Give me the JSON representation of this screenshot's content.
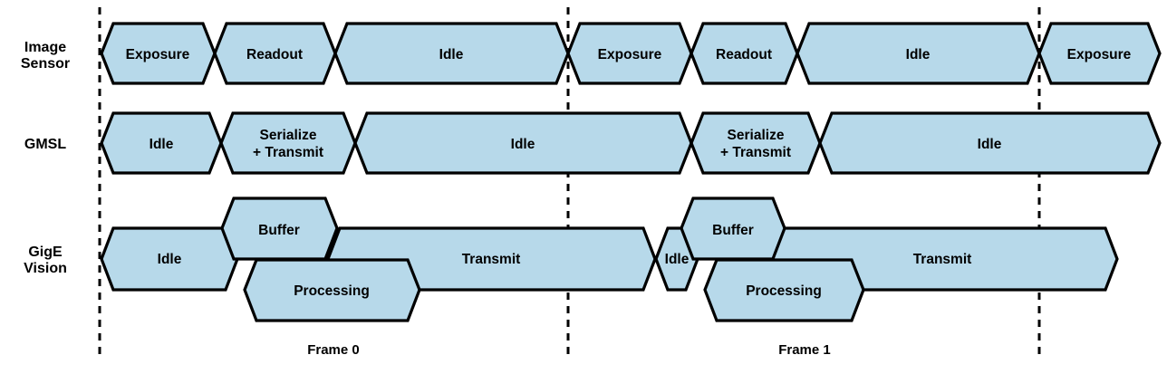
{
  "diagram": {
    "type": "timing-diagram",
    "colors": {
      "background": "#ffffff",
      "block_fill": "#b7d9ea",
      "block_stroke": "#000000",
      "dashed_line": "#000000",
      "text": "#000000"
    },
    "rows": [
      {
        "id": "image-sensor",
        "label_lines": [
          "Image",
          "Sensor"
        ],
        "blocks": [
          {
            "lines": [
              "Exposure"
            ]
          },
          {
            "lines": [
              "Readout"
            ]
          },
          {
            "lines": [
              "Idle"
            ]
          },
          {
            "lines": [
              "Exposure"
            ]
          },
          {
            "lines": [
              "Readout"
            ]
          },
          {
            "lines": [
              "Idle"
            ]
          },
          {
            "lines": [
              "Exposure"
            ]
          }
        ]
      },
      {
        "id": "gmsl",
        "label_lines": [
          "GMSL"
        ],
        "blocks": [
          {
            "lines": [
              "Idle"
            ]
          },
          {
            "lines": [
              "Serialize",
              "+ Transmit"
            ]
          },
          {
            "lines": [
              "Idle"
            ]
          },
          {
            "lines": [
              "Serialize",
              "+ Transmit"
            ]
          },
          {
            "lines": [
              "Idle"
            ]
          }
        ]
      },
      {
        "id": "gige-vision",
        "label_lines": [
          "GigE",
          "Vision"
        ],
        "blocks": [
          {
            "lines": [
              "Idle"
            ]
          },
          {
            "lines": [
              "Transmit"
            ]
          },
          {
            "lines": [
              "Idle"
            ]
          },
          {
            "lines": [
              "Transmit"
            ]
          },
          {
            "lines": [
              "Buffer"
            ]
          },
          {
            "lines": [
              "Buffer"
            ]
          },
          {
            "lines": [
              "Processing"
            ]
          },
          {
            "lines": [
              "Processing"
            ]
          }
        ]
      }
    ],
    "frames": [
      {
        "label": "Frame 0"
      },
      {
        "label": "Frame 1"
      }
    ]
  }
}
